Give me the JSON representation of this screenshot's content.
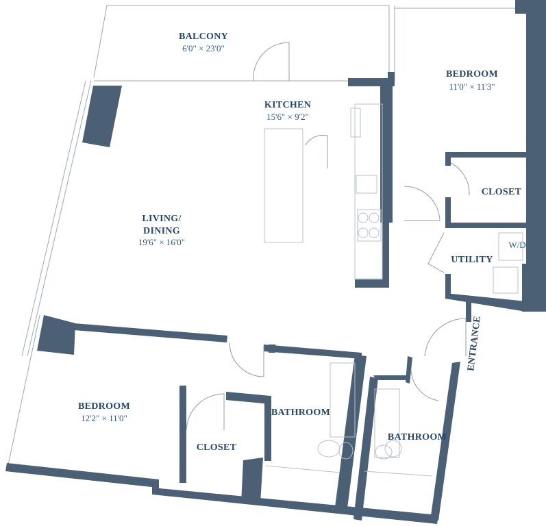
{
  "rooms": {
    "balcony": {
      "name": "BALCONY",
      "dims": "6'0\" × 23'0\""
    },
    "kitchen": {
      "name": "KITCHEN",
      "dims": "15'6\" × 9'2\""
    },
    "bedroom_top": {
      "name": "BEDROOM",
      "dims": "11'0\" × 11'3\""
    },
    "closet_top": {
      "name": "CLOSET"
    },
    "living": {
      "name_line1": "LIVING/",
      "name_line2": "DINING",
      "dims": "19'6\" × 16'0\""
    },
    "utility": {
      "name": "UTILITY",
      "wd": "W/D"
    },
    "entrance": {
      "name": "ENTRANCE"
    },
    "bedroom_bottom": {
      "name": "BEDROOM",
      "dims": "12'2\" × 11'0\""
    },
    "closet_bottom": {
      "name": "CLOSET"
    },
    "bathroom_left": {
      "name": "BATHROOM"
    },
    "bathroom_right": {
      "name": "BATHROOM"
    }
  },
  "colors": {
    "wall": "#4b5f75",
    "label": "#26476b",
    "dimension": "#2f5a82"
  }
}
